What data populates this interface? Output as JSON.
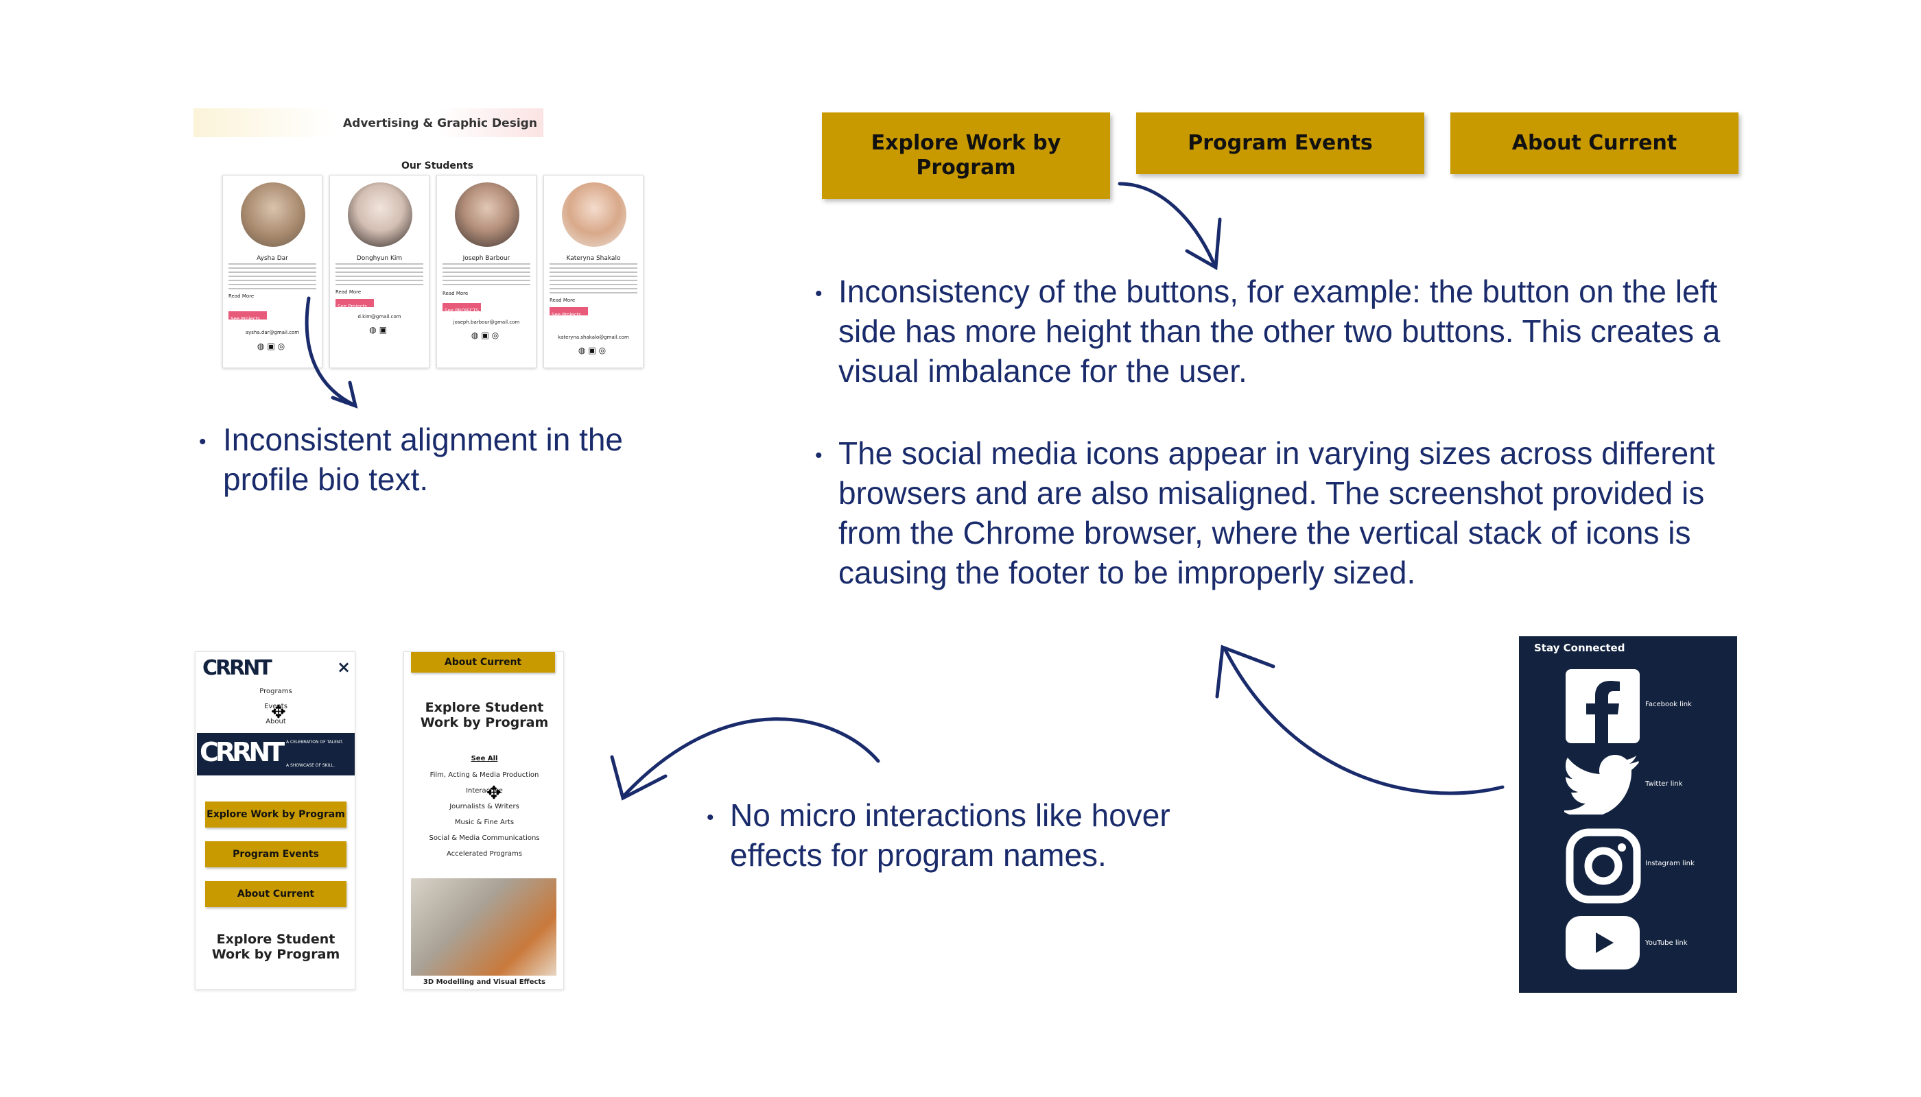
{
  "colors": {
    "navy_text": "#1a2b6b",
    "gold_button": "#c99a00",
    "footer_bg": "#13233f",
    "pink_button": "#e85a7a"
  },
  "students_panel": {
    "banner_title": "Advertising & Graphic Design",
    "heading": "Our Students",
    "students": [
      {
        "name": "Aysha Dar",
        "read_more": "Read More",
        "button": "See Projects",
        "email": "aysha.dar@gmail.com"
      },
      {
        "name": "Donghyun Kim",
        "read_more": "Read More",
        "button": "See Projects",
        "email": "d.kim@gmail.com"
      },
      {
        "name": "Joseph Barbour",
        "read_more": "Read More",
        "button": "See PROJECTS",
        "email": "joseph.barbour@gmail.com"
      },
      {
        "name": "Kateryna Shakalo",
        "read_more": "Read More",
        "button": "See Projects",
        "email": "kateryna.shakalo@gmail.com"
      }
    ],
    "icons": [
      "globe-icon",
      "linkedin-icon",
      "instagram-icon"
    ]
  },
  "notes": {
    "alignment": "Inconsistent alignment in the profile bio text.",
    "buttons": "Inconsistency of the buttons, for example: the button on the left side has more height than the other two buttons. This creates a visual imbalance for the user.",
    "social": "The social media icons appear in varying sizes across different browsers and are also misaligned. The screenshot provided is from the Chrome browser, where the vertical stack of icons is causing the footer to be improperly sized.",
    "hover": "No micro interactions like hover effects for program names."
  },
  "nav_buttons": {
    "explore": "Explore Work by Program",
    "events": "Program Events",
    "about": "About Current"
  },
  "mobile_menu": {
    "logo": "CRRNT",
    "close": "×",
    "links": [
      "Programs",
      "Events",
      "About"
    ],
    "hero_line1": "A CELEBRATION OF TALENT.",
    "hero_line2": "A SHOWCASE OF SKILL.",
    "buttons": [
      "Explore Work by Program",
      "Program Events",
      "About Current"
    ],
    "section_title": "Explore Student Work by Program"
  },
  "mobile_programs": {
    "top_button": "About Current",
    "title": "Explore Student Work by Program",
    "see_all": "See All",
    "programs": [
      "Film, Acting & Media Production",
      "Interactive",
      "Journalists & Writers",
      "Music & Fine Arts",
      "Social & Media Communications",
      "Accelerated Programs"
    ],
    "image_caption": "3D Modelling and Visual Effects"
  },
  "footer": {
    "title": "Stay Connected",
    "links": [
      {
        "icon": "facebook-icon",
        "label": "Facebook link"
      },
      {
        "icon": "twitter-icon",
        "label": "Twitter link"
      },
      {
        "icon": "instagram-icon",
        "label": "Instagram link"
      },
      {
        "icon": "youtube-icon",
        "label": "YouTube link"
      }
    ]
  }
}
